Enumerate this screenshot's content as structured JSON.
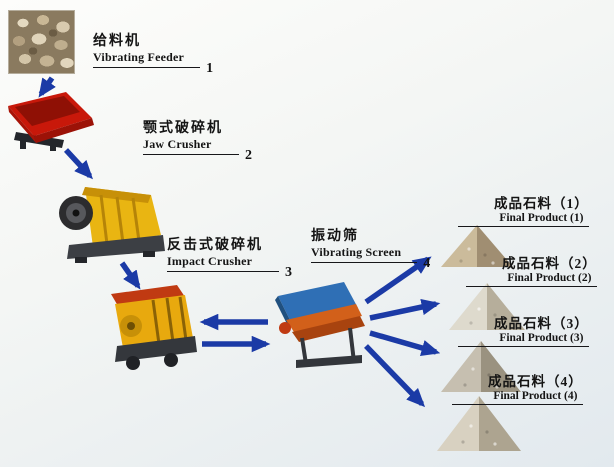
{
  "stages": [
    {
      "zh": "给料机",
      "en": "Vibrating Feeder",
      "num": "1"
    },
    {
      "zh": "颚式破碎机",
      "en": "Jaw Crusher",
      "num": "2"
    },
    {
      "zh": "反击式破碎机",
      "en": "Impact Crusher",
      "num": "3"
    },
    {
      "zh": "振动筛",
      "en": "Vibrating Screen",
      "num": "4"
    }
  ],
  "products": [
    {
      "zh": "成品石料（1）",
      "en": "Final Product (1)"
    },
    {
      "zh": "成品石料（2）",
      "en": "Final Product (2)"
    },
    {
      "zh": "成品石料（3）",
      "en": "Final Product (3)"
    },
    {
      "zh": "成品石料（4）",
      "en": "Final Product (4)"
    }
  ],
  "colors": {
    "arrow": "#1b3aa6",
    "feeder_body": "#c8180a",
    "jaw_body": "#e9b512",
    "impact_body": "#e8a90e",
    "screen_body": "#2f6fb5",
    "screen_deck": "#d2601a",
    "piles": [
      {
        "light": "#cbbb9b",
        "dark": "#a08e72"
      },
      {
        "light": "#dedacd",
        "dark": "#b6ae9b"
      },
      {
        "light": "#c6bfb0",
        "dark": "#9a9280"
      },
      {
        "light": "#d8d1c1",
        "dark": "#ada490"
      }
    ]
  }
}
